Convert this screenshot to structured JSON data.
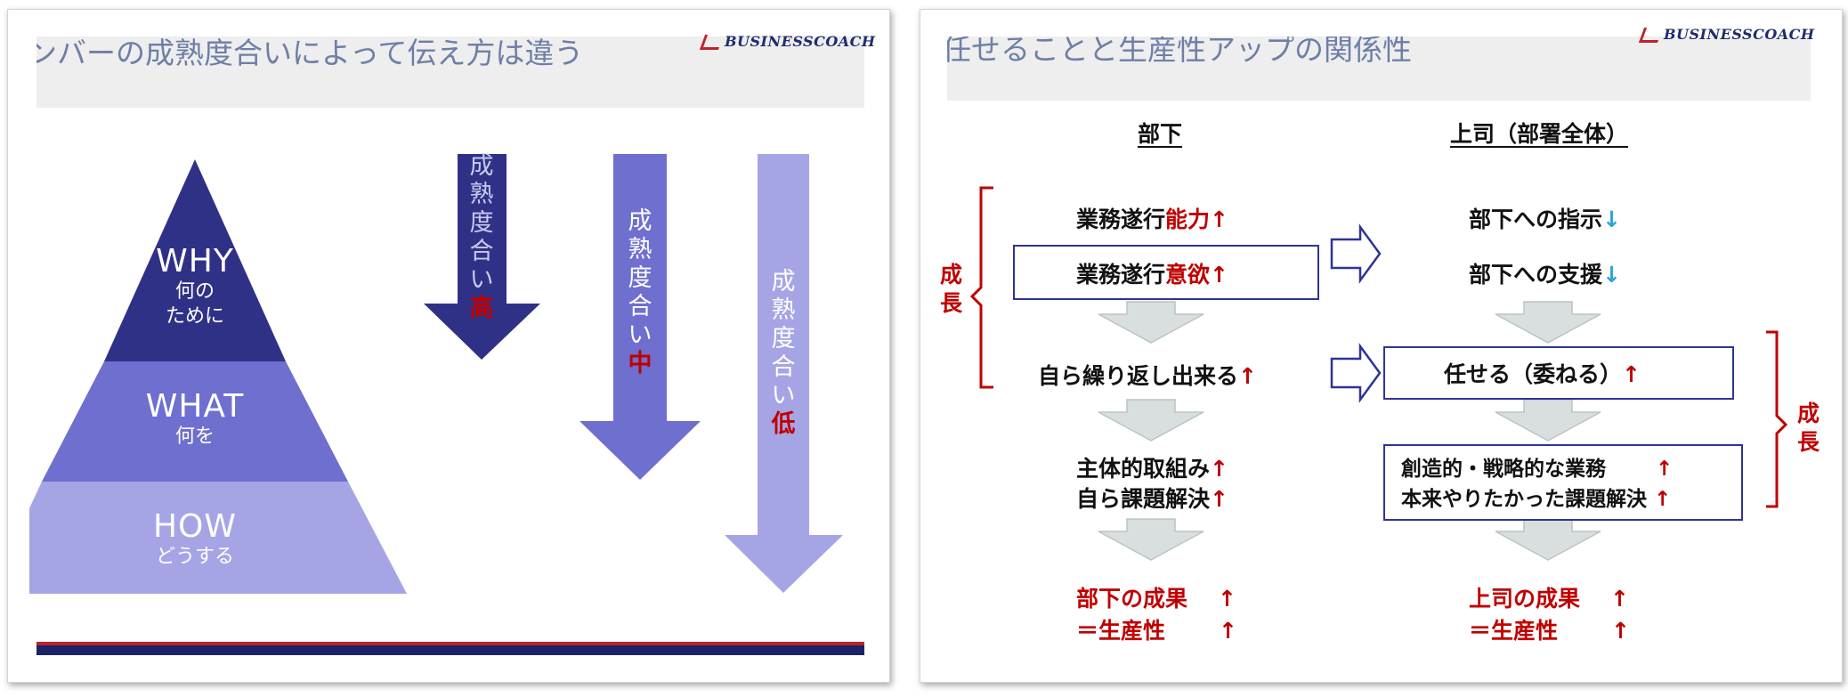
{
  "colors": {
    "pyramid_top": "#2f3187",
    "pyramid_mid": "#6e6fcf",
    "pyramid_bottom": "#a5a5e6",
    "arrow_high": "#2f3187",
    "arrow_mid": "#6e6fcf",
    "arrow_low": "#a5a5e6",
    "accent_red": "#c00000",
    "box_border": "#2e3496",
    "logo_blue": "#1f2c6e",
    "logo_red": "#c0202a",
    "footer_red": "#c0202a",
    "footer_navy": "#1b2366"
  },
  "left": {
    "title": "ンバーの成熟度合いによって伝え方は違う",
    "logo": "BUSINESSCOACH",
    "pyramid": {
      "top": {
        "main": "WHY",
        "sub1": "何の",
        "sub2": "ために"
      },
      "middle": {
        "main": "WHAT",
        "sub1": "何を"
      },
      "bottom": {
        "main": "HOW",
        "sub1": "どうする"
      }
    },
    "arrows": {
      "high": {
        "chars": [
          "成",
          "熟",
          "度",
          "合",
          "い"
        ],
        "level": "高"
      },
      "mid": {
        "chars": [
          "成",
          "熟",
          "度",
          "合",
          "い"
        ],
        "level": "中"
      },
      "low": {
        "chars": [
          "成",
          "熟",
          "度",
          "合",
          "い"
        ],
        "level": "低"
      }
    }
  },
  "right": {
    "title": "任せることと生産性アップの関係性",
    "logo": "BUSINESSCOACH",
    "subordinate": {
      "header": "部下",
      "ability_prefix": "業務遂行",
      "ability_word": "能力",
      "arrow_up": "↑",
      "motivation_prefix": "業務遂行",
      "motivation_word": "意欲",
      "repeat": "自ら繰り返し出来る",
      "initiative": "主体的取組み",
      "self_solve": "自ら課題解決",
      "result_1": "部下の成果",
      "result_2": "＝生産性"
    },
    "boss": {
      "header": "上司（部署全体）",
      "instruct": "部下への指示",
      "support": "部下への支援",
      "arrow_down": "↓",
      "delegate": "任せる（委ねる）",
      "creative": "創造的・戦略的な業務",
      "wanted": "本来やりたかった課題解決",
      "result_1": "上司の成果",
      "result_2": "＝生産性"
    },
    "growth_left": "成長",
    "growth_right": "成長"
  }
}
